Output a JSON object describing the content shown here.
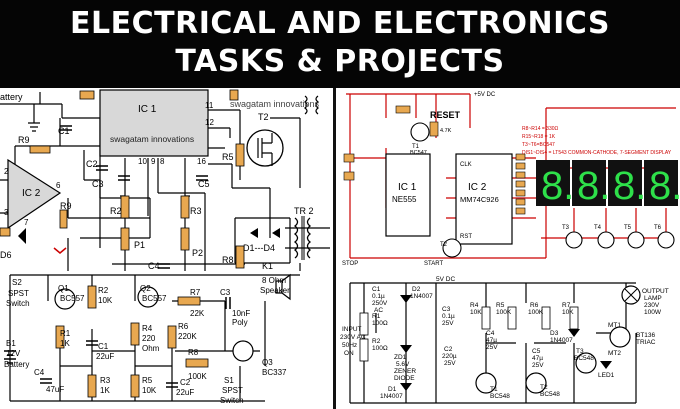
{
  "banner": {
    "line1": "ELECTRICAL AND ELECTRONICS",
    "line2": "TASKS & PROJECTS"
  },
  "top_left": {
    "battery": "attery",
    "ic1_label": "IC 1",
    "ic1_brand": "swagatam innovations",
    "watermark": "swagatam innovations",
    "ic2": "IC 2",
    "c1": "C1",
    "c2": "C2",
    "c3": "C3",
    "c4": "C4",
    "c5": "C5",
    "r2": "R2",
    "r3": "R3",
    "r5": "R5",
    "r8": "R8",
    "r9": "R9",
    "r9b": "R9",
    "p1": "P1",
    "p2": "P2",
    "t2": "T2",
    "tr2": "TR 2",
    "d6": "D6",
    "d14": "D1---D4",
    "k1": "K1",
    "pins": [
      "11",
      "12",
      "9",
      "10",
      "16",
      "8",
      "2",
      "3",
      "6",
      "7"
    ]
  },
  "bottom_left": {
    "s2": "S2",
    "s2_type": "SPST",
    "s2_sw": "Switch",
    "b1": "B1",
    "b1_v": "12V",
    "b1_t": "Battery",
    "c4": "C4",
    "c4_v": "47uF",
    "q1": "Q1",
    "q1_t": "BC557",
    "r1": "R1",
    "r1_v": "1K",
    "r2": "R2",
    "r2_v": "10K",
    "c1": "C1",
    "c1_v": "22uF",
    "r3": "R3",
    "r3_v": "1K",
    "q2": "Q2",
    "q2_t": "BC557",
    "r4": "R4",
    "r4_v": "220",
    "r4_u": "Ohm",
    "r5": "R5",
    "r5_v": "10K",
    "r6": "R6",
    "r6_v": "220K",
    "r7": "R7",
    "r7_v": "22K",
    "r8": "R8",
    "r8_v": "100K",
    "c2": "C2",
    "c2_v": "22uF",
    "c3": "C3",
    "c3_v": "10nF",
    "c3_t": "Poly",
    "speaker": "8 Ohm",
    "speaker_t": "Speaker",
    "q3": "Q3",
    "q3_t": "BC337",
    "s1": "S1",
    "s1_type": "SPST",
    "s1_sw": "Switch"
  },
  "top_right": {
    "vdd": "+5V DC",
    "reset": "RESET",
    "t1": "T1",
    "t1_t": "BC547",
    "r4": "4.7K",
    "ic1": "IC 1",
    "ic1_t": "NE555",
    "ic2": "IC 2",
    "ic2_t": "MM74C926",
    "clk": "CLK",
    "rst": "RST",
    "t2": "T2",
    "t3": "T3",
    "t4": "T4",
    "t5": "T5",
    "t6": "T6",
    "start": "START",
    "stop": "STOP",
    "notes": [
      "R8~R14 = 330Ω",
      "R15~R18 = 1K",
      "T3~T6=BC547",
      "DIS1~DIS4 = LT543 COMMON-CATHODE, 7-SEGMENT DISPLAY"
    ],
    "digits": [
      "8.",
      "8.",
      "8.",
      "8."
    ]
  },
  "bottom_right": {
    "vdc": "5V DC",
    "c1": "C1",
    "c1_v": "0.1µ",
    "c1_r": "250V",
    "c1_t": "AC",
    "d2": "D2",
    "d2_t": "1N4007",
    "r1": "R1",
    "r1_v": "100Ω",
    "r2": "R2",
    "r2_v": "100Ω",
    "input": "INPUT",
    "input_v": "230V AC",
    "input_hz": "50Hz",
    "input_on": "ON",
    "zd1": "ZD1",
    "zd1_v": "5.6V",
    "zd1_t": "ZENER",
    "zd1_d": "DIODE",
    "d1": "D1",
    "d1_t": "1N4007",
    "c2": "C2",
    "c2_v": "220µ",
    "c2_r": "25V",
    "c3": "C3",
    "c3_v": "0.1µ",
    "c3_r": "25V",
    "r4": "R4",
    "r4_v": "10K",
    "r5": "R5",
    "r5_v": "100K",
    "r6": "R6",
    "r6_v": "100K",
    "r7": "R7",
    "r7_v": "10K",
    "c4": "C4",
    "c4_v": "47µ",
    "c4_r": "25V",
    "c5": "C5",
    "c5_v": "47µ",
    "c5_r": "25V",
    "d3": "D3",
    "d3_t": "1N4007",
    "t1": "T1",
    "t1_t": "BC548",
    "t2": "T2",
    "t2_t": "BC548",
    "t3": "T3",
    "t3_t": "BC548",
    "led": "LED1",
    "mt1": "MT1",
    "mt2": "MT2",
    "triac": "BT136",
    "triac_t": "TRIAC",
    "lamp": "OUTPUT",
    "lamp_t": "LAMP",
    "lamp_v": "230V",
    "lamp_w": "100W"
  }
}
